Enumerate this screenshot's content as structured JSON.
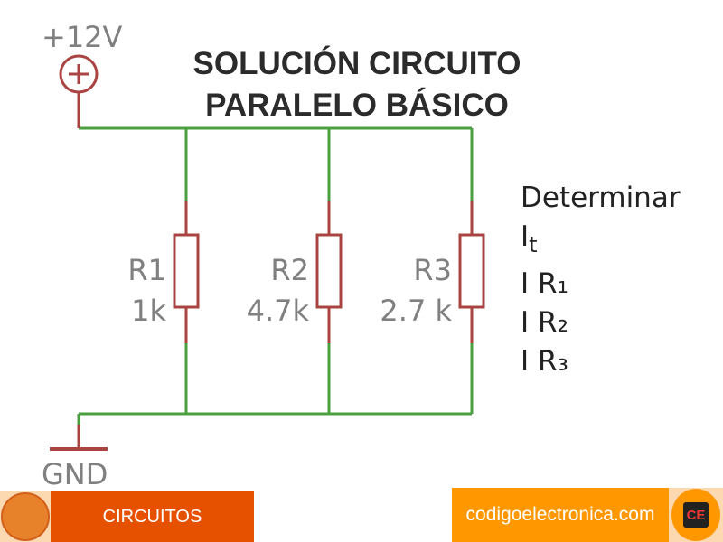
{
  "title": {
    "line1": "SOLUCIÓN CIRCUITO",
    "line2": "PARALELO BÁSICO"
  },
  "supply": {
    "label": "+12V"
  },
  "ground": {
    "label": "GND"
  },
  "resistors": [
    {
      "name": "R1",
      "value": "1k"
    },
    {
      "name": "R2",
      "value": "4.7k"
    },
    {
      "name": "R3",
      "value": "2.7 k"
    }
  ],
  "task": {
    "heading": "Determinar",
    "items": [
      "It",
      "I R₁",
      "I R₂",
      "I R₃"
    ],
    "it_main": "I",
    "it_sub": "t"
  },
  "footer": {
    "category": "CIRCUITOS",
    "site": "codigoelectronica.com",
    "logo_text": "CE"
  },
  "colors": {
    "wire": "#4aa040",
    "component": "#a94442",
    "left_bar": "#e65100",
    "right_bar": "#ff9800"
  }
}
